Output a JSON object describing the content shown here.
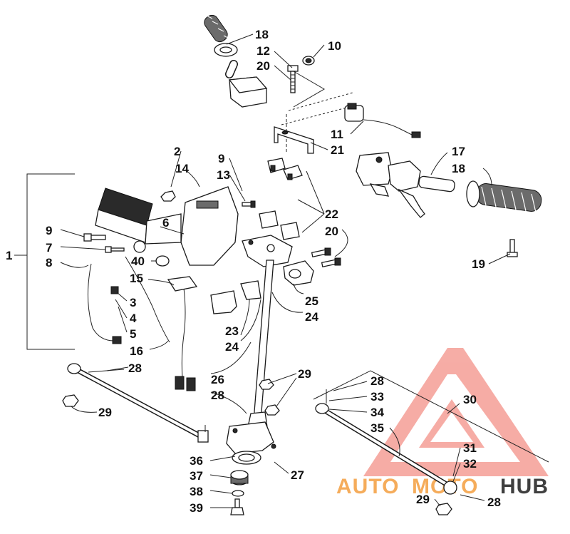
{
  "labels": {
    "n1": "1",
    "n2": "2",
    "n3": "3",
    "n4": "4",
    "n5": "5",
    "n6": "6",
    "n7": "7",
    "n8": "8",
    "n9a": "9",
    "n9b": "9",
    "n10": "10",
    "n11": "11",
    "n12": "12",
    "n13": "13",
    "n14": "14",
    "n15": "15",
    "n16": "16",
    "n17": "17",
    "n18a": "18",
    "n18b": "18",
    "n19": "19",
    "n20a": "20",
    "n20b": "20",
    "n21": "21",
    "n22": "22",
    "n23": "23",
    "n24a": "24",
    "n24b": "24",
    "n25": "25",
    "n26": "26",
    "n27": "27",
    "n28a": "28",
    "n28b": "28",
    "n28c": "28",
    "n28d": "28",
    "n29a": "29",
    "n29b": "29",
    "n29c": "29",
    "n30": "30",
    "n31": "31",
    "n32": "32",
    "n33": "33",
    "n34": "34",
    "n35": "35",
    "n36": "36",
    "n37": "37",
    "n38": "38",
    "n39": "39",
    "n40": "40"
  },
  "watermark": {
    "word_auto": "AUTO",
    "word_moto": "MOTO",
    "word_hub": "HUB",
    "color_light": "#f4a44a",
    "color_red": "#e8483e",
    "color_dark": "#2b2b2b"
  }
}
